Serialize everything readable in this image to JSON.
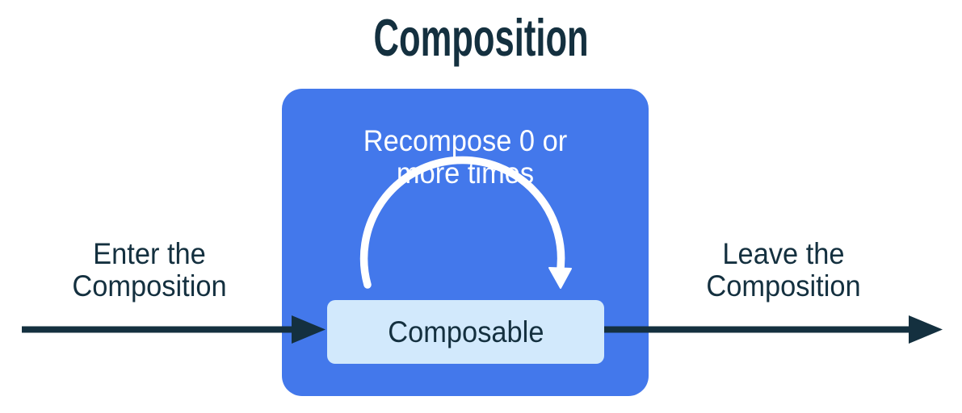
{
  "title": "Composition",
  "labels": {
    "enter": "Enter the\nComposition",
    "leave": "Leave the\nComposition",
    "recompose": "Recompose 0 or\nmore times",
    "composable": "Composable"
  },
  "colors": {
    "blue": "#4378eb",
    "light_blue": "#d2e9fc",
    "navy": "#14303f",
    "white": "#ffffff"
  }
}
